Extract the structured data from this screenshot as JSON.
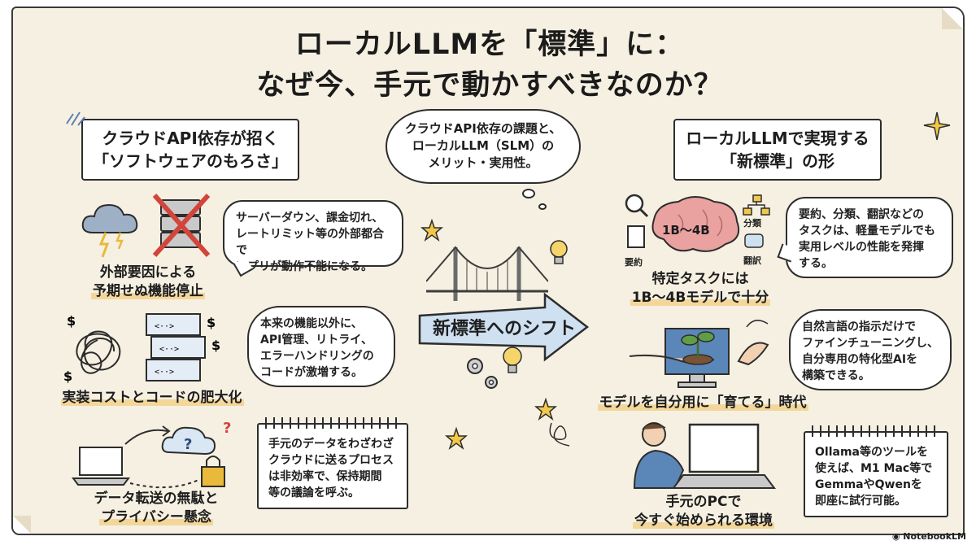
{
  "title": {
    "line1": "ローカルLLMを「標準」に：",
    "line2": "なぜ今、手元で動かすべきなのか？"
  },
  "left_banner": {
    "line1": "クラウドAPI依存が招く",
    "line2": "「ソフトウェアのもろさ」"
  },
  "center_cloud": {
    "line1": "クラウドAPI依存の課題と、",
    "line2": "ローカルLLM（SLM）の",
    "line3": "メリット・実用性。"
  },
  "right_banner": {
    "line1": "ローカルLLMで実現する",
    "line2": "「新標準」の形"
  },
  "left_items": [
    {
      "label1": "外部要因による",
      "label2": "予期せぬ機能停止",
      "text1": "サーバーダウン、課金切れ、",
      "text2": "レートリミット等の外部都合で",
      "text3": "アプリが動作不能になる。"
    },
    {
      "label1": "実装コストとコードの肥大化",
      "text1": "本来の機能以外に、",
      "text2": "API管理、リトライ、",
      "text3": "エラーハンドリングの",
      "text4": "コードが激増する。"
    },
    {
      "label1": "データ転送の無駄と",
      "label2": "プライバシー懸念",
      "text1": "手元のデータをわざわざ",
      "text2": "クラウドに送るプロセス",
      "text3": "は非効率で、保持期間",
      "text4": "等の議論を呼ぶ。"
    }
  ],
  "center_arrow": {
    "label": "新標準へのシフト"
  },
  "right_items": [
    {
      "label1": "特定タスクには",
      "label2": "1B〜4Bモデルで十分",
      "brain_text": "1B〜4B",
      "tag_summary": "要約",
      "tag_classify": "分類",
      "tag_translate": "翻訳",
      "text1": "要約、分類、翻訳などの",
      "text2": "タスクは、軽量モデルでも",
      "text3": "実用レベルの性能を発揮",
      "text4": "する。"
    },
    {
      "label1": "モデルを自分用に「育てる」時代",
      "text1": "自然言語の指示だけで",
      "text2": "ファインチューニングし、",
      "text3": "自分専用の特化型AIを",
      "text4": "構築できる。"
    },
    {
      "label1": "手元のPCで",
      "label2": "今すぐ始められる環境",
      "text1": "Ollama等のツールを",
      "text2": "使えば、M1 Mac等で",
      "text3": "GemmaやQwenを",
      "text4": "即座に試行可能。"
    }
  ],
  "brand": "NotebookLM",
  "colors": {
    "paper": "#f6f0e2",
    "highlight": "#f3d79a",
    "arrow_blue": "#cfe0f1",
    "danger_red": "#d2453a",
    "lock_yellow": "#e9b93c",
    "plant_green": "#5f9e46",
    "brain_pink": "#e9a2a0"
  }
}
